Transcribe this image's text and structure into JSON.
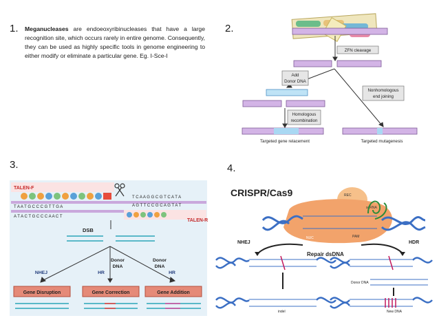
{
  "panel1": {
    "number": "1.",
    "term": "Meganucleases",
    "text": " are endoeoxyribinucleases that have a large recognition site, which occurs rarely in entire genome. Consequently, they can be used as highly specific tools in genome engineering to either modify or eliminate a particular gene. Eg. I-Sce-I"
  },
  "panel2": {
    "number": "2.",
    "zfn_cleavage": "ZFN cleavage",
    "add_donor_1": "Add",
    "add_donor_2": "Donor DNA",
    "nonhomologous_1": "Nonhomologous",
    "nonhomologous_2": "end joining",
    "homologous_1": "Homologous",
    "homologous_2": "recombination",
    "targeted_replacement": "Targeted gene relacement",
    "targeted_mutagenesis": "Targeted mutagenesis"
  },
  "panel3": {
    "number": "3.",
    "talen_f": "TALEN-F",
    "talen_r": "TALEN-R",
    "seq_top": "T C A A G G C G T C A T A",
    "seq_bottom": "A G T T C C G C A G T A T",
    "left_seq_top": "T A A T G C C C G T T G A",
    "left_seq_bottom": "A T A C T G C C C A A C T",
    "dsb": "DSB",
    "nhej": "NHEJ",
    "hr1": "HR",
    "hr2": "HR",
    "donor1": "Donor",
    "dna1": "DNA",
    "donor2": "Donor",
    "dna2": "DNA",
    "gene_disruption": "Gene Disruption",
    "gene_correction": "Gene Correction",
    "gene_addition": "Gene Addition"
  },
  "panel4": {
    "number": "4.",
    "title": "CRISPR/Cas9",
    "rec": "REC",
    "nuc": "NUC",
    "pam": "PAM",
    "sgrna": "sgRNA",
    "nhej": "NHEJ",
    "hdr": "HDR",
    "repair": "Repair dsDNA",
    "indel": "indel",
    "donor_dna": "Donor DNA",
    "new_dna": "New DNA"
  },
  "colors": {
    "purple_dna": "#c9a8dc",
    "blue_dna": "#3b6fc4",
    "red_box": "#e07a6e",
    "orange_cas": "#f2a36b"
  }
}
